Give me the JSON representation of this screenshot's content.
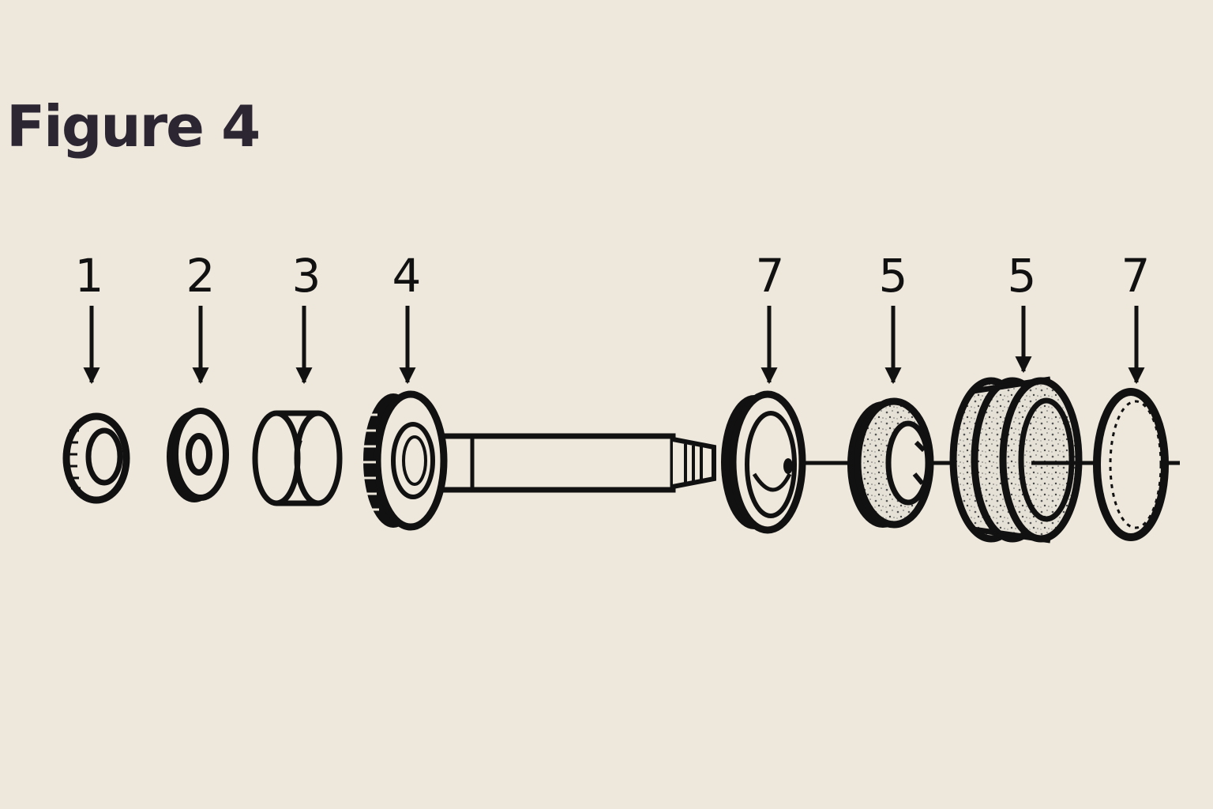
{
  "title": "Figure 4",
  "callouts": [
    {
      "label": "1",
      "part": "small knurled nut"
    },
    {
      "label": "2",
      "part": "washer"
    },
    {
      "label": "3",
      "part": "spacer ring"
    },
    {
      "label": "4",
      "part": "toothed gear on shaft"
    },
    {
      "label": "7",
      "part": "cup bearing"
    },
    {
      "label": "5",
      "part": "friction disc"
    },
    {
      "label": "5",
      "part": "grooved friction drum"
    },
    {
      "label": "7",
      "part": "thin ring"
    }
  ],
  "colors": {
    "background": "#ede7dc",
    "ink": "#111111",
    "title": "#2c2633"
  }
}
